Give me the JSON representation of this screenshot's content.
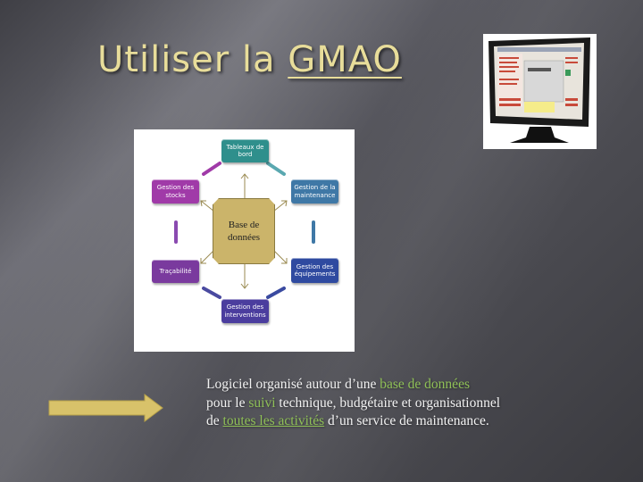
{
  "slide": {
    "title_prefix": "Utiliser la ",
    "title_link": "GMAO",
    "colors": {
      "title": "#e8dd9a",
      "accent_green": "#8fc057",
      "arrow": "#d8c26a"
    }
  },
  "diagram": {
    "center": {
      "line1": "Base de",
      "line2": "données"
    },
    "nodes": [
      {
        "line1": "Tableaux de",
        "line2": "bord",
        "color": "#2f8f8c"
      },
      {
        "line1": "Gestion de la",
        "line2": "maintenance",
        "color": "#3f78a6"
      },
      {
        "line1": "Gestion des",
        "line2": "équipements",
        "color": "#2f4aa0"
      },
      {
        "line1": "Gestion des",
        "line2": "interventions",
        "color": "#4b3d9e"
      },
      {
        "line1": "Traçabilité",
        "line2": "",
        "color": "#7a3a9e"
      },
      {
        "line1": "Gestion des",
        "line2": "stocks",
        "color": "#a03aa8"
      }
    ]
  },
  "body": {
    "l1_a": "Logiciel organisé autour d’une ",
    "l1_b": "base de données",
    "l2_a": "pour le ",
    "l2_b": "suivi",
    "l2_c": " technique, budgétaire et organisationnel",
    "l3_a": "de ",
    "l3_b": "toutes les activités",
    "l3_c": " d’un service de maintenance."
  },
  "icons": {
    "monitor": "computer-monitor-image",
    "arrow": "right-arrow"
  }
}
